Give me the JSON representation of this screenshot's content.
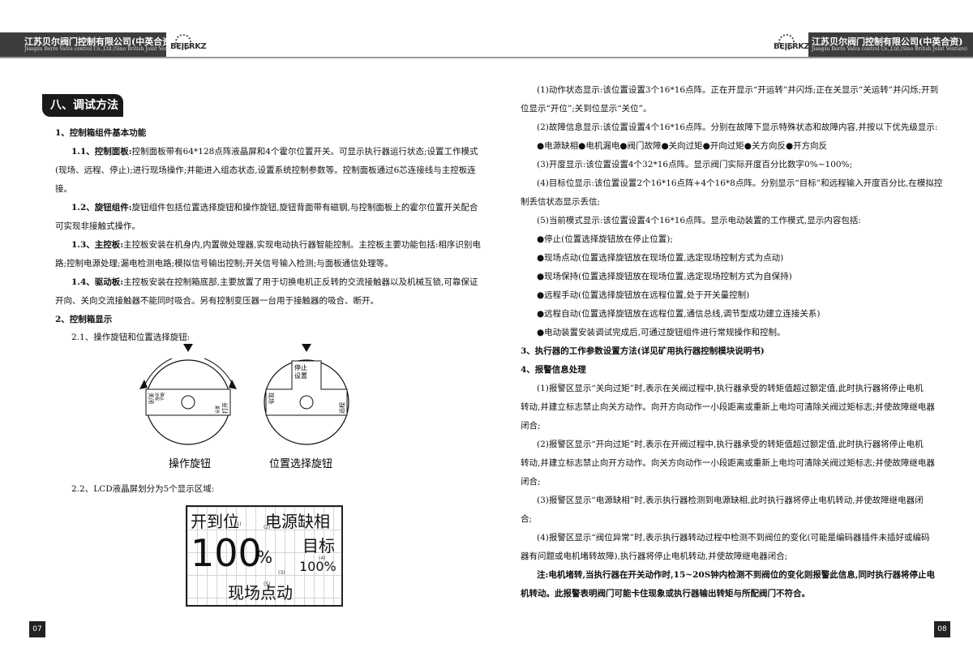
{
  "header": {
    "company": "江苏贝尔阀门控制有限公司(中英合资)",
    "company_en": "Jiangsu Berre Valva control Co.,Ltd.(Sino British Joint Venture)",
    "logo": "BEIERKZ"
  },
  "left": {
    "section_title": "八、调试方法",
    "h1": "1、控制箱组件基本功能",
    "p1_1_head": "1.1、控制面板:",
    "p1_1_l1": "控制面板带有64*128点阵液晶屏和4个霍尔位置开关。可显示执行器运行状态;设置工作模式",
    "p1_1_l2": "(现场、远程、停止);进行现场操作;并能进入组态状态,设置系统控制参数等。控制面板通过6芯连接线与主控板连",
    "p1_1_l3": "接。",
    "p1_2_head": "1.2、旋钮组件:",
    "p1_2_l1": "旋钮组件包括位置选择旋钮和操作旋钮,旋钮背面带有磁钢,与控制面板上的霍尔位置开关配合",
    "p1_2_l2": "可实现非接触式操作。",
    "p1_3_head": "1.3、主控板:",
    "p1_3_l1": "主控板安装在机身内,内置微处理器,实现电动执行器智能控制。主控板主要功能包括:相序识别电",
    "p1_3_l2": "路;控制电源处理;漏电检测电路;模拟信号输出控制;开关信号输入检测;与面板通信处理等。",
    "p1_4_head": "1.4、驱动板:",
    "p1_4_l1": "主控板安装在控制箱底部,主要放置了用于切换电机正反转的交流接触器以及机械互锁,可靠保证",
    "p1_4_l2": "开向、关向交流接触器不能同时吸合。另有控制变压器一台用于接触器的吸合、断开。",
    "h2": "2、控制箱显示",
    "p2_1": "2.1、操作旋钮和位置选择旋钮:",
    "knob1": {
      "caption": "操作旋钮",
      "left_label": "关闭\n远程\n确认",
      "right_label": "打开\n\n设置"
    },
    "knob2": {
      "caption": "位置选择旋钮",
      "top_label": "停止\n设置",
      "left_label": "现场",
      "right_label": "远程"
    },
    "p2_2": "2.2、LCD液晶屏划分为5个显示区域:",
    "lcd": {
      "r1_a": "开到位",
      "r1_b": "电源缺相",
      "r2_big": "100",
      "r2_pct": "%",
      "r2_target": "目标",
      "r2_target_val": "100%",
      "r3": "现场点动",
      "n1": "(1)",
      "n2": "(2)",
      "n3": "(3)",
      "n4": "(4)",
      "n5": "(5)"
    },
    "page_num": "07"
  },
  "right": {
    "r1": "(1)动作状态显示:该位置设置3个16*16点阵。正在开显示“开运转”并闪烁;正在关显示“关运转”并闪烁;开到",
    "r1b": "位显示“开位”;关到位显示“关位”。",
    "r2": "(2)故障信息显示:该位置设置4个16*16点阵。分别在故障下显示特殊状态和故障内容,并按以下优先级显示:",
    "r2b": "●电源缺相●电机漏电●阀门故障●关向过矩●开向过矩●关方向反●开方向反",
    "r3": "(3)开度显示:该位置设置4个32*16点阵。显示阀门实际开度百分比数字0%~100%;",
    "r4": "(4)目标位显示:该位置设置2个16*16点阵+4个16*8点阵。分别显示“目标”和远程输入开度百分比,在模拟控",
    "r4b": "制丢信状态显示丢信;",
    "r5": "(5)当前模式显示:该位置设置4个16*16点阵。显示电动装置的工作模式,显示内容包括:",
    "m1": "●停止(位置选择旋钮放在停止位置);",
    "m2": "●现场点动(位置选择旋钮放在现场位置,选定现场控制方式为点动)",
    "m3": "●现场保持(位置选择旋钮放在现场位置,选定现场控制方式为自保持)",
    "m4": "●远程手动(位置选择旋钮放在远程位置,处于开关量控制)",
    "m5": "●远程自动(位置选择旋钮放在远程位置,通信总线,调节型成功建立连接关系)",
    "m6": "●电动装置安装调试完成后,可通过旋钮组件进行常规操作和控制。",
    "h3": "3、执行器的工作参数设置方法(详见矿用执行器控制模块说明书)",
    "h4": "4、报警信息处理",
    "a1": "(1)报警区显示“关向过矩”时,表示在关阀过程中,执行器承受的转矩值超过额定值,此时执行器将停止电机",
    "a1b": "转动,并建立标志禁止向关方动作。向开方向动作一小段距离或重新上电均可清除关阀过矩标志;并使故障继电器",
    "a1c": "闭合;",
    "a2": "(2)报警区显示“开向过矩”时,表示在开阀过程中,执行器承受的转矩值超过额定值,此时执行器将停止电机",
    "a2b": "转动,并建立标志禁止向开方动作。向关方向动作一小段距离或重新上电均可清除关阀过矩标志;并使故障继电器",
    "a2c": "闭合;",
    "a3": "(3)报警区显示“电源缺相”时,表示执行器检测到电源缺相,此时执行器将停止电机转动,并使故障继电器闭",
    "a3b": "合;",
    "a4": "(4)报警区显示“阀位异常”时,表示执行器转动过程中检测不到阀位的变化(可能是编码器插件未插好或编码",
    "a4b": "器有问题或电机堵转故障),执行器将停止电机转动,并使故障继电器闭合;",
    "note": "注:电机堵转,当执行器在开关动作时,15~20S钟内检测不到阀位的变化则报警此信息,同时执行器将停止电",
    "noteb": "机转动。此报警表明阀门可能卡住现象或执行器输出转矩与所配阀门不符合。",
    "page_num": "08"
  }
}
